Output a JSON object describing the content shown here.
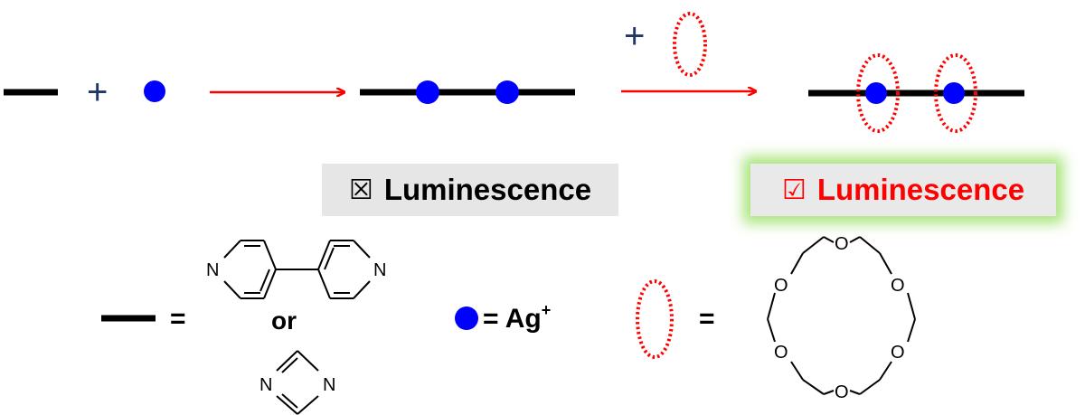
{
  "reaction": {
    "plus_1": "+",
    "plus_2": "+"
  },
  "luminescence": {
    "without_crown": {
      "mark": "☒",
      "label": "Luminescence"
    },
    "with_crown": {
      "mark": "☑",
      "label": "Luminescence"
    }
  },
  "legend": {
    "equals_linker": "=",
    "or": "or",
    "equals_silver": "= Ag",
    "silver_charge": "+",
    "equals_crown": "=",
    "nitrogen": "N",
    "oxygen": "O"
  },
  "colors": {
    "arrow": "#ff0000",
    "ion": "#0000ff",
    "crown_ellipse": "#ff0000",
    "plus_sign": "#203864",
    "glow": "#8cdc50"
  }
}
